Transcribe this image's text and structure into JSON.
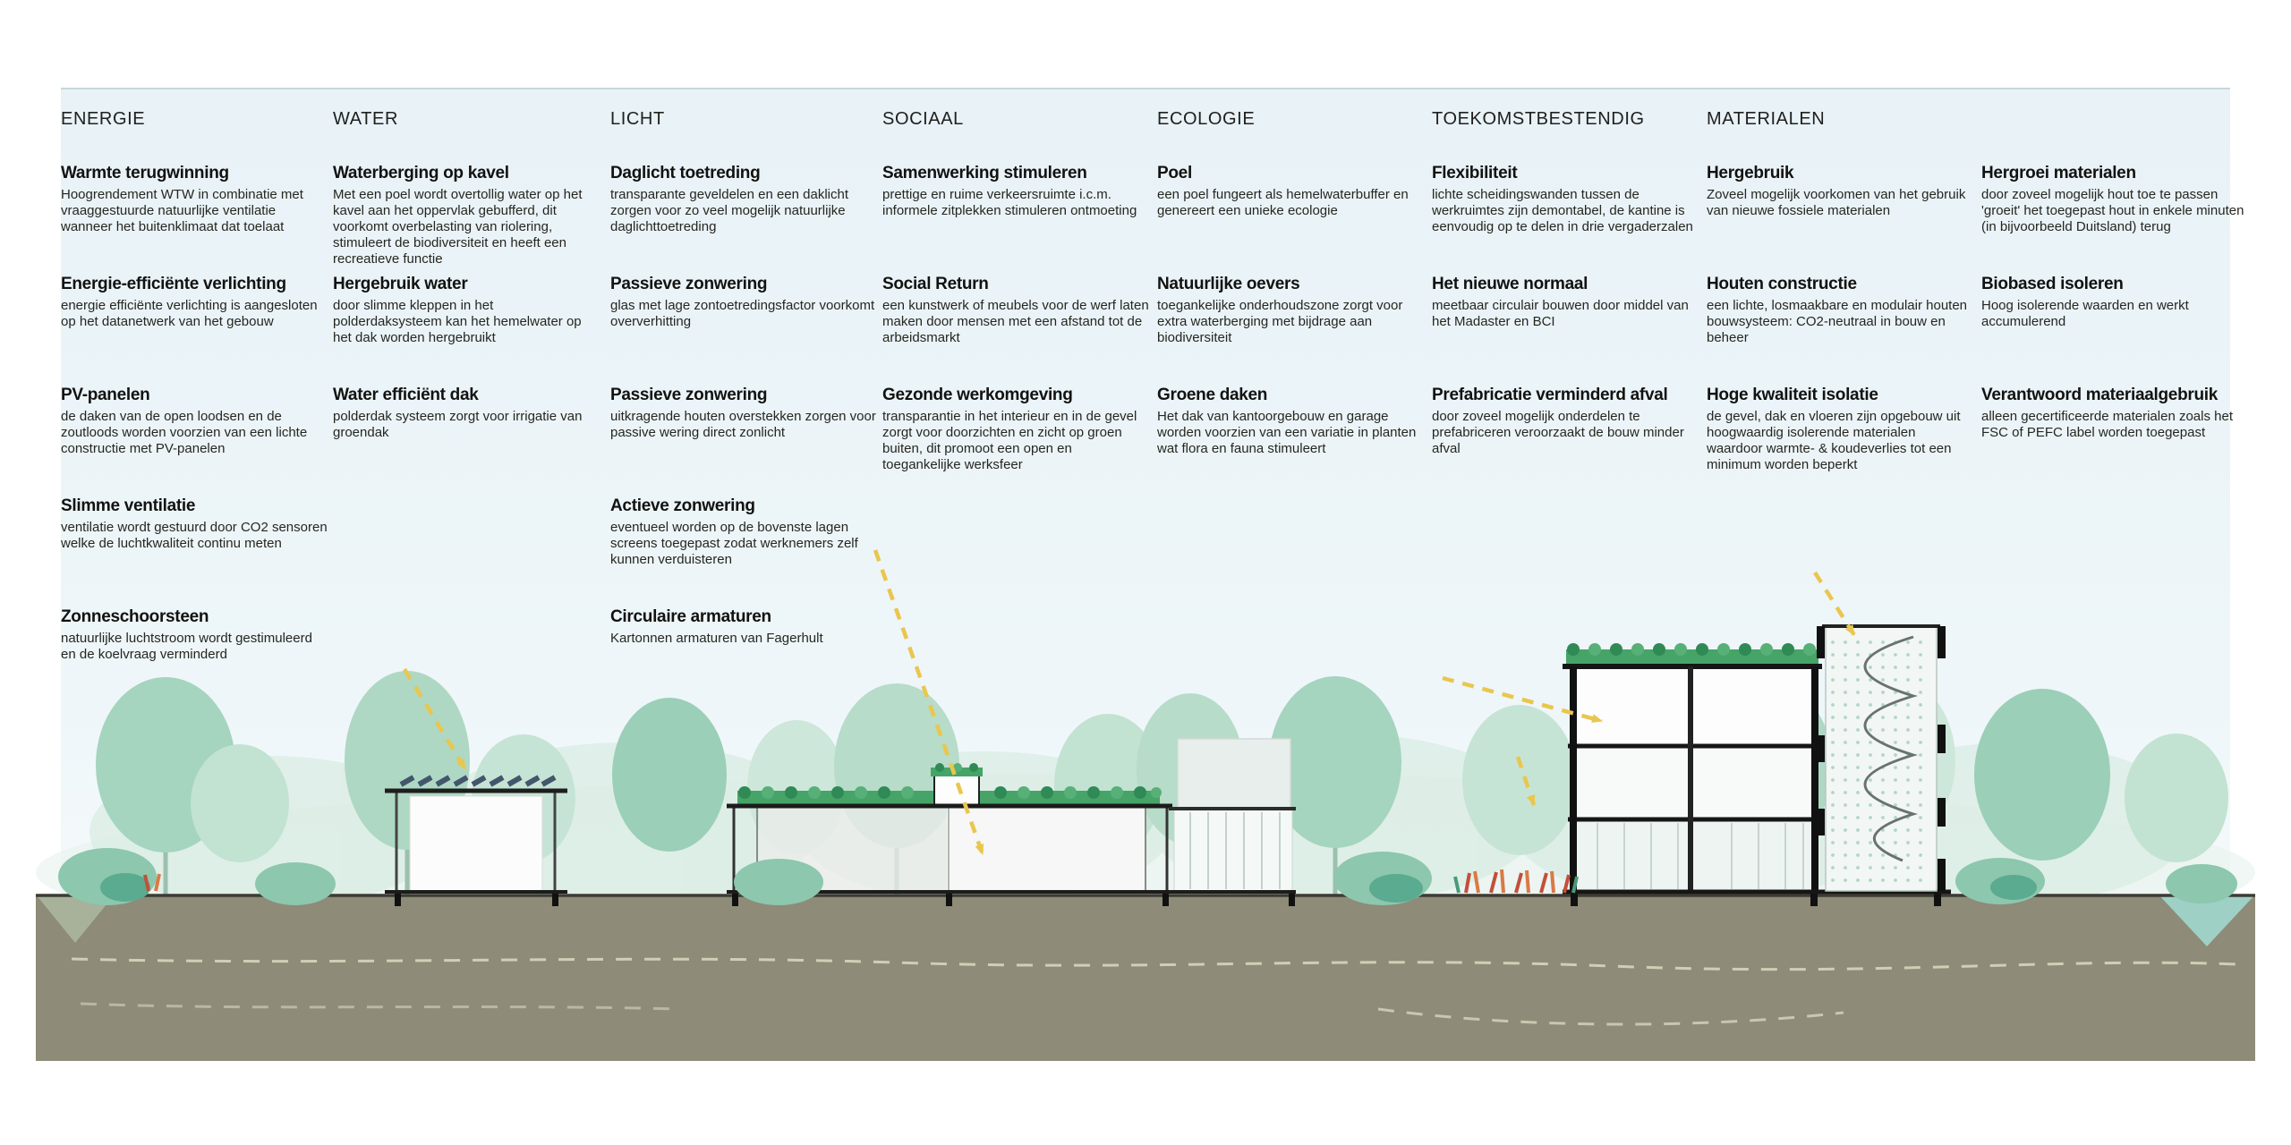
{
  "scene": {
    "palette": {
      "sky_top": "#e8f2f7",
      "sky_bottom": "#f4fafb",
      "ground": "#8e8b78",
      "ground_line": "#3c3c33",
      "soil_dash": "#d9d5bd",
      "tree_light": "#cde7da",
      "tree_mid": "#aed8c4",
      "tree_dark": "#8cc7ae",
      "green_roof": "#47a468",
      "sun_arrow": "#e9c64d",
      "water": "#9ed0c6",
      "plant_red": "#c2503a"
    }
  },
  "columns": [
    {
      "header": "ENERGIE",
      "items": [
        {
          "title": "Warmte terugwinning",
          "body": "Hoogrendement WTW in combinatie met vraaggestuurde natuurlijke ventilatie wanneer het buitenklimaat dat toelaat"
        },
        {
          "title": "Energie-efficiënte verlichting",
          "body": "energie efficiënte verlichting is aangesloten op het datanetwerk van het gebouw"
        },
        {
          "title": "PV-panelen",
          "body": "de daken van de open loodsen en de zoutloods worden voorzien van een lichte constructie met PV-panelen"
        },
        {
          "title": "Slimme ventilatie",
          "body": "ventilatie wordt gestuurd door CO2 sensoren welke de luchtkwaliteit continu meten"
        },
        {
          "title": "Zonneschoorsteen",
          "body": "natuurlijke luchtstroom wordt gestimuleerd en de koelvraag verminderd"
        }
      ]
    },
    {
      "header": "WATER",
      "items": [
        {
          "title": "Waterberging op kavel",
          "body": "Met een poel wordt overtollig water op het kavel aan het oppervlak gebufferd, dit voorkomt overbelasting van riolering, stimuleert de biodiversiteit en heeft een recreatieve functie"
        },
        {
          "title": "Hergebruik water",
          "body": "door slimme kleppen in het polderdaksysteem kan het hemelwater op het dak worden hergebruikt"
        },
        {
          "title": "Water efficiënt dak",
          "body": "polderdak systeem zorgt voor irrigatie van groendak"
        }
      ]
    },
    {
      "header": "LICHT",
      "items": [
        {
          "title": "Daglicht toetreding",
          "body": "transparante geveldelen en een daklicht zorgen voor zo veel mogelijk natuurlijke daglichttoetreding"
        },
        {
          "title": "Passieve zonwering",
          "body": "glas met lage zontoetredingsfactor voorkomt oververhitting"
        },
        {
          "title": "Passieve zonwering",
          "body": "uitkragende houten overstekken zorgen voor passive wering direct zonlicht"
        },
        {
          "title": "Actieve zonwering",
          "body": "eventueel worden op de bovenste lagen screens toegepast zodat werknemers zelf kunnen verduisteren"
        },
        {
          "title": "Circulaire armaturen",
          "body": "Kartonnen armaturen van Fagerhult"
        }
      ]
    },
    {
      "header": "SOCIAAL",
      "items": [
        {
          "title": "Samenwerking stimuleren",
          "body": "prettige en ruime verkeersruimte i.c.m. informele zitplekken stimuleren ontmoeting"
        },
        {
          "title": "Social Return",
          "body": "een kunstwerk of meubels voor de werf laten maken door mensen met een afstand tot de arbeidsmarkt"
        },
        {
          "title": "Gezonde werkomgeving",
          "body": "transparantie in het interieur en in de gevel zorgt voor doorzichten en zicht op groen buiten, dit promoot een open en toegankelijke werksfeer"
        }
      ]
    },
    {
      "header": "ECOLOGIE",
      "items": [
        {
          "title": "Poel",
          "body": "een poel fungeert als hemelwaterbuffer en genereert een unieke ecologie"
        },
        {
          "title": "Natuurlijke oevers",
          "body": "toegankelijke onderhoudszone zorgt voor extra waterberging met bijdrage aan biodiversiteit"
        },
        {
          "title": "Groene daken",
          "body": "Het dak van kantoorgebouw en garage worden voorzien van een variatie in planten wat flora en fauna stimuleert"
        }
      ]
    },
    {
      "header": "TOEKOMSTBESTENDIG",
      "items": [
        {
          "title": "Flexibiliteit",
          "body": "lichte scheidingswanden tussen de werkruimtes zijn demontabel, de kantine is eenvoudig op te delen in drie vergaderzalen"
        },
        {
          "title": "Het nieuwe normaal",
          "body": "meetbaar circulair bouwen door middel van het Madaster en BCI"
        },
        {
          "title": "Prefabricatie verminderd afval",
          "body": "door zoveel mogelijk onderdelen te prefabriceren veroorzaakt de bouw minder afval"
        }
      ]
    },
    {
      "header": "MATERIALEN",
      "items": [
        {
          "title": "Hergebruik",
          "body": "Zoveel mogelijk voorkomen van het gebruik van nieuwe fossiele materialen"
        },
        {
          "title": "Houten constructie",
          "body": "een lichte, losmaakbare en modulair houten bouwsysteem: CO2-neutraal in bouw en beheer"
        },
        {
          "title": "Hoge kwaliteit isolatie",
          "body": "de gevel, dak en vloeren zijn opgebouw uit hoogwaardig isolerende materialen waardoor warmte- & koudeverlies tot een minimum worden beperkt"
        }
      ]
    },
    {
      "header": "",
      "items": [
        {
          "title": "Hergroei materialen",
          "body": "door zoveel mogelijk hout toe te passen 'groeit' het toegepast hout in enkele minuten (in bijvoorbeeld Duitsland) terug"
        },
        {
          "title": "Biobased isoleren",
          "body": "Hoog isolerende waarden en werkt accumulerend"
        },
        {
          "title": "Verantwoord materiaalgebruik",
          "body": "alleen gecertificeerde materialen zoals het FSC of PEFC label worden toegepast"
        }
      ]
    }
  ]
}
